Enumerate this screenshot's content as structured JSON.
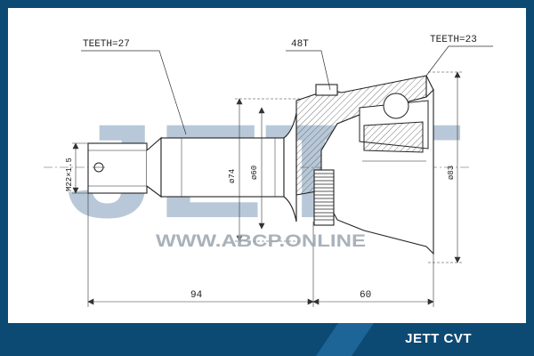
{
  "brand": {
    "watermark_logo": "JETT",
    "watermark_url": "WWW.ABCP.ONLINE",
    "footer_label": "JETT CVT",
    "accent_color": "#0c4a73",
    "watermark_color": "#b8c8d8"
  },
  "annotations": {
    "teeth_left": "TEETH=27",
    "abs_ring": "48T",
    "teeth_right": "TEETH=23",
    "thread": "M22×1.5",
    "dia_74": "ø74",
    "dia_60": "ø60",
    "dia_83": "ø83",
    "length_94": "94",
    "length_60": "60"
  }
}
